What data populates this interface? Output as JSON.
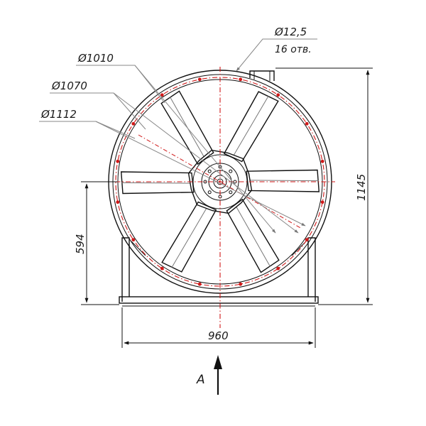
{
  "drawing": {
    "diameters": [
      {
        "id": "d1010",
        "label": "Ø1010"
      },
      {
        "id": "d1070",
        "label": "Ø1070"
      },
      {
        "id": "d1112",
        "label": "Ø1112"
      }
    ],
    "holes": {
      "diameter": "Ø12,5",
      "count": "16 отв."
    },
    "dimensions": {
      "total_height": "1145",
      "axis_height": "594",
      "base_width": "960"
    },
    "view_label": "A"
  }
}
